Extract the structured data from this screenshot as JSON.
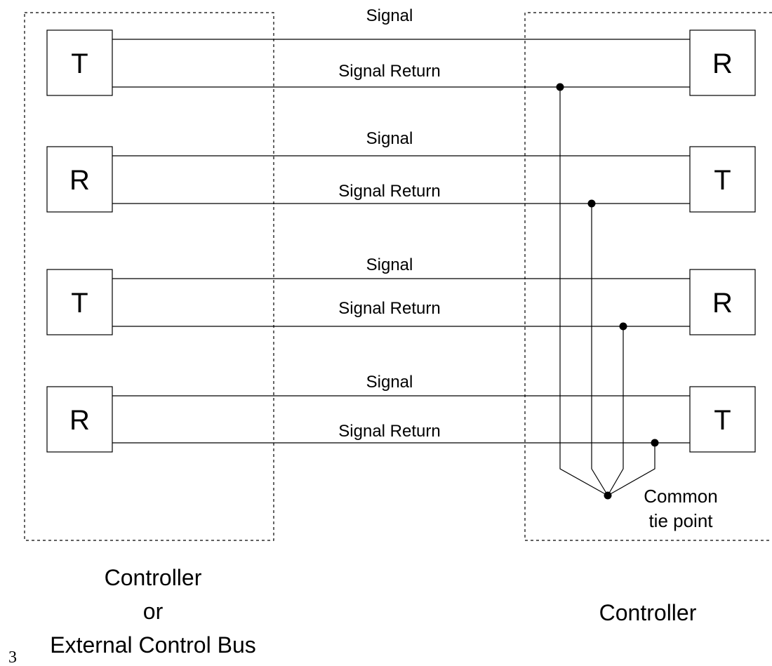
{
  "diagram": {
    "left_group": {
      "caption_lines": [
        "Controller",
        "or",
        "External Control Bus"
      ],
      "boxes": [
        "T",
        "R",
        "T",
        "R"
      ]
    },
    "right_group": {
      "caption": "Controller",
      "boxes": [
        "R",
        "T",
        "R",
        "T"
      ]
    },
    "channels": [
      {
        "signal_label": "Signal",
        "return_label": "Signal Return"
      },
      {
        "signal_label": "Signal",
        "return_label": "Signal Return"
      },
      {
        "signal_label": "Signal",
        "return_label": "Signal Return"
      },
      {
        "signal_label": "Signal",
        "return_label": "Signal Return"
      }
    ],
    "tie_point_label_lines": [
      "Common",
      "tie point"
    ],
    "page_number": "3"
  }
}
